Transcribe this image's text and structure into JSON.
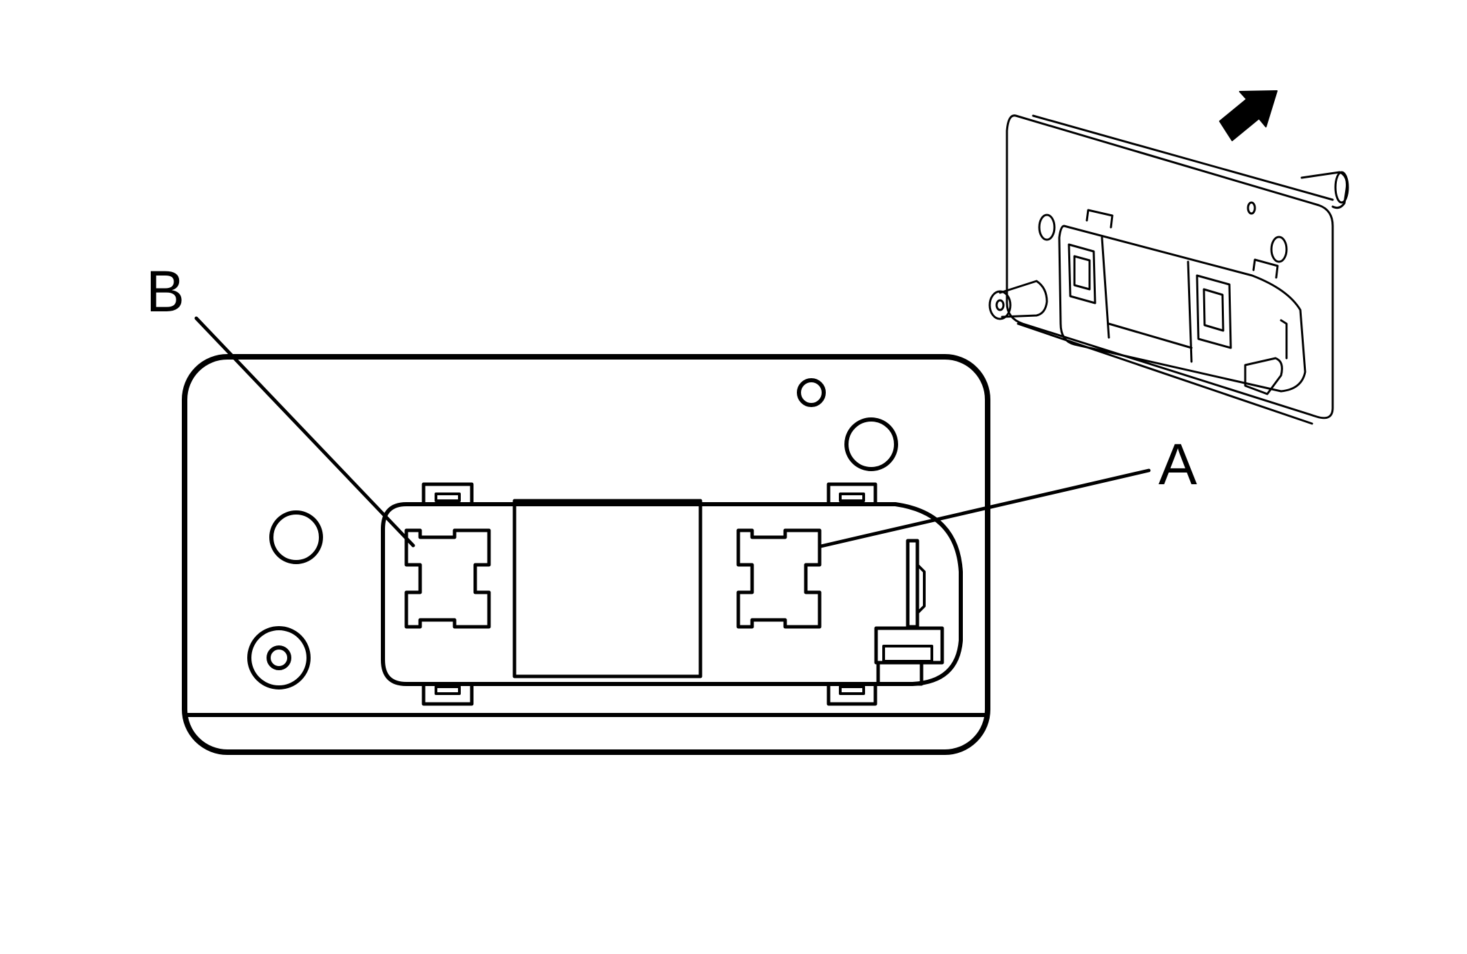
{
  "diagram": {
    "callouts": [
      {
        "id": "a",
        "label": "A"
      },
      {
        "id": "b",
        "label": "B"
      }
    ],
    "colors": {
      "stroke": "#000000",
      "fill": "#ffffff"
    },
    "icons": [
      "direction-arrow-icon"
    ]
  }
}
